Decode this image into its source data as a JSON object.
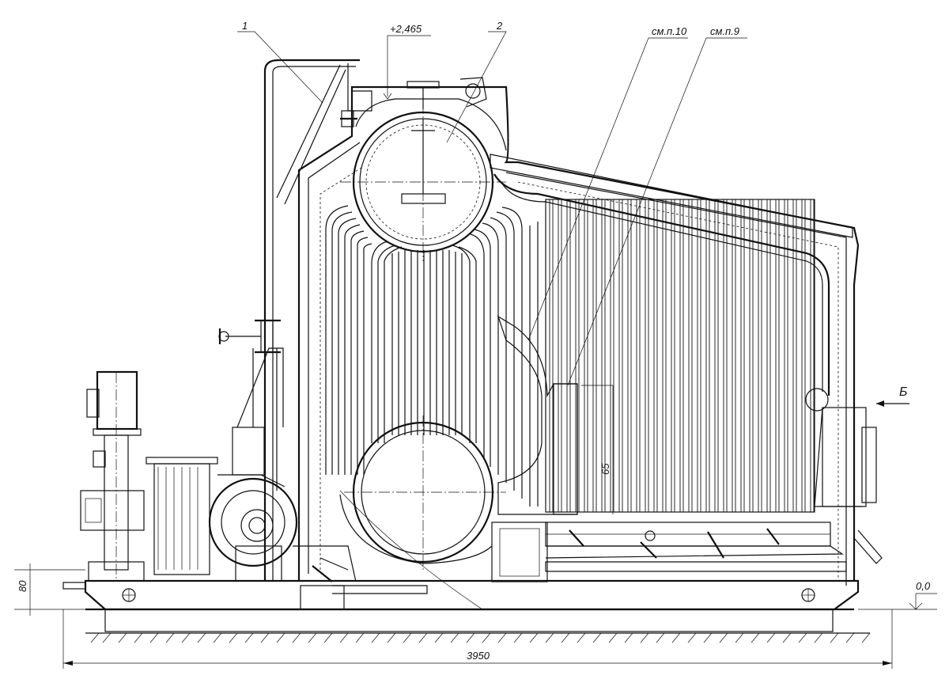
{
  "labels": {
    "callout_1": "1",
    "callout_2": "2",
    "level_top": "+2,465",
    "ref_sheet_10": "см.п.10",
    "ref_sheet_9": "см.п.9",
    "view_b": "Б",
    "dim_65": "65",
    "dim_80": "80",
    "level_zero": "0,0",
    "dim_3950": "3950"
  },
  "colors": {
    "line": "#111111",
    "background": "#ffffff"
  }
}
